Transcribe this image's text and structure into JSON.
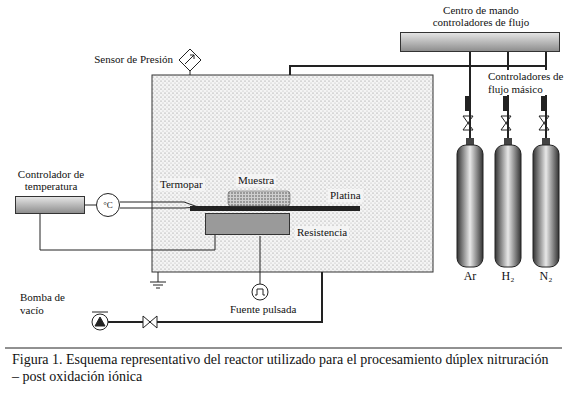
{
  "diagram": {
    "caption": "Figura 1. Esquema representativo del reactor utilizado para el procesamiento dúplex nitruración – post oxidación iónica",
    "nodes": [
      {
        "text": [
          "Sensor de Presión"
        ]
      },
      {
        "text": [
          "Centro de mando controladores de flujo"
        ]
      },
      {
        "text": [
          "Ar"
        ]
      },
      {
        "text": [
          "H₂"
        ]
      },
      {
        "text": [
          "N₂"
        ]
      },
      {
        "text": [
          "Controlador de temperatura"
        ]
      },
      {
        "text": [
          "°C"
        ]
      },
      {
        "text": [
          "Resistencia"
        ]
      }
    ],
    "edges": [
      {
        "from": 1,
        "to": 2,
        "arrow": "none"
      },
      {
        "from": 1,
        "to": 3,
        "arrow": "none"
      },
      {
        "from": 1,
        "to": 4,
        "arrow": "none"
      },
      {
        "from": 5,
        "to": 6,
        "arrow": "none"
      },
      {
        "from": 5,
        "to": 7,
        "arrow": "none"
      }
    ],
    "labels": [
      "Controladores de flujo másico",
      "Termopar",
      "Muestra",
      "Platina",
      "Bomba de vacío",
      "Fuente pulsada"
    ]
  }
}
